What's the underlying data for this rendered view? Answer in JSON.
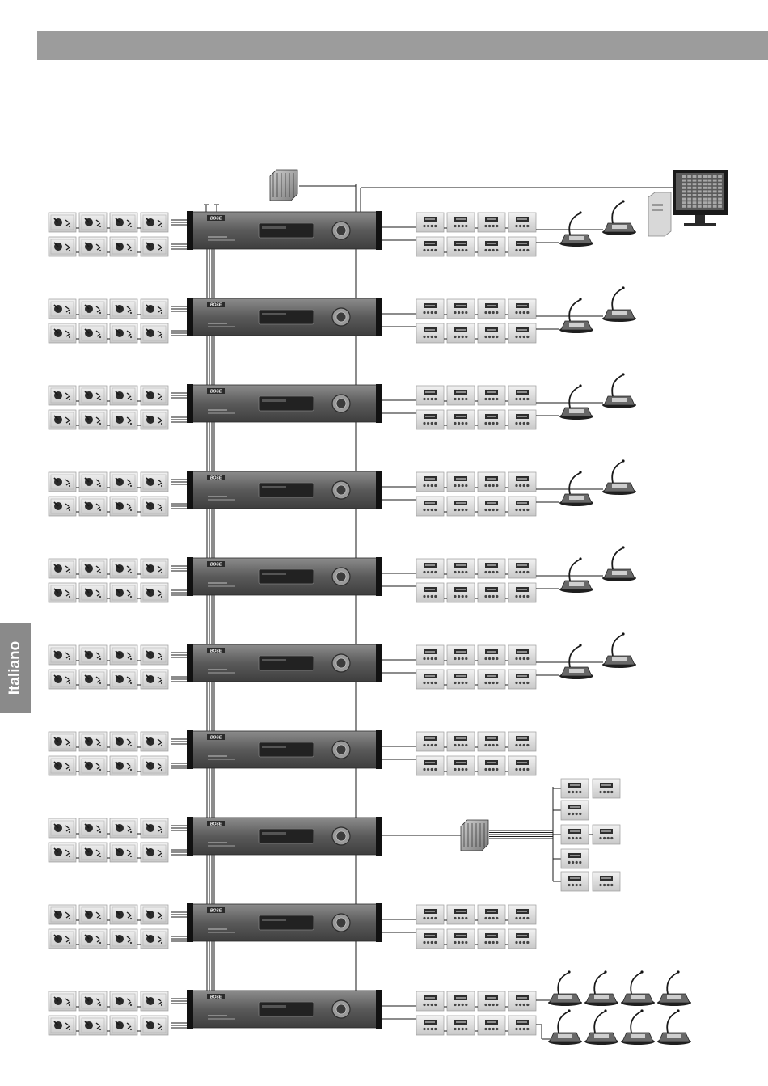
{
  "sidebar": {
    "language_label": "Italiano"
  },
  "unit": {
    "brand": "BOSE"
  },
  "colors": {
    "header_bar": "#9c9c9c",
    "language_tab": "#8a8a8a",
    "rack_body": "#5e5e5e",
    "wire": "#1a1a1a"
  },
  "diagram": {
    "rows": [
      {
        "right_devices": "panels+mics"
      },
      {
        "right_devices": "panels+mics"
      },
      {
        "right_devices": "panels+mics"
      },
      {
        "right_devices": "panels+mics"
      },
      {
        "right_devices": "panels+mics"
      },
      {
        "right_devices": "panels+mics"
      },
      {
        "right_devices": "panels"
      },
      {
        "right_devices": "hub-expansion"
      },
      {
        "right_devices": "panels"
      },
      {
        "right_devices": "panels+mic-bank"
      }
    ]
  }
}
